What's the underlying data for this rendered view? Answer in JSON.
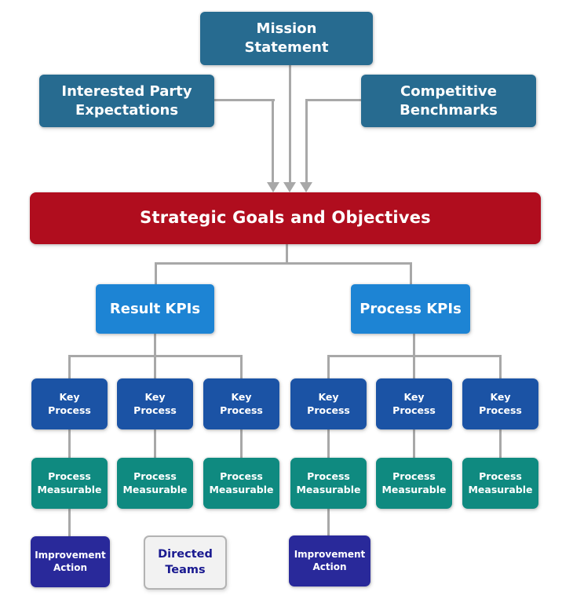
{
  "colors": {
    "steel_blue": "#276b90",
    "banner_red": "#b00d1e",
    "bright_blue": "#1d84d4",
    "dark_blue": "#1b53a5",
    "teal_green": "#0f8a80",
    "navy": "#29299a",
    "directed_teams_bg": "#f2f2f2",
    "directed_teams_border": "#b3b3b3",
    "directed_teams_text": "#191990",
    "connector_gray": "#a8a8a8"
  },
  "nodes": {
    "mission": "Mission\nStatement",
    "interested_party": "Interested Party\nExpectations",
    "competitive_benchmarks": "Competitive\nBenchmarks",
    "strategic_goals": "Strategic Goals and Objectives",
    "result_kpis": "Result KPIs",
    "process_kpis": "Process KPIs",
    "key_process": "Key\nProcess",
    "process_measurable": "Process\nMeasurable",
    "improvement_action": "Improvement\nAction",
    "directed_teams": "Directed\nTeams"
  }
}
